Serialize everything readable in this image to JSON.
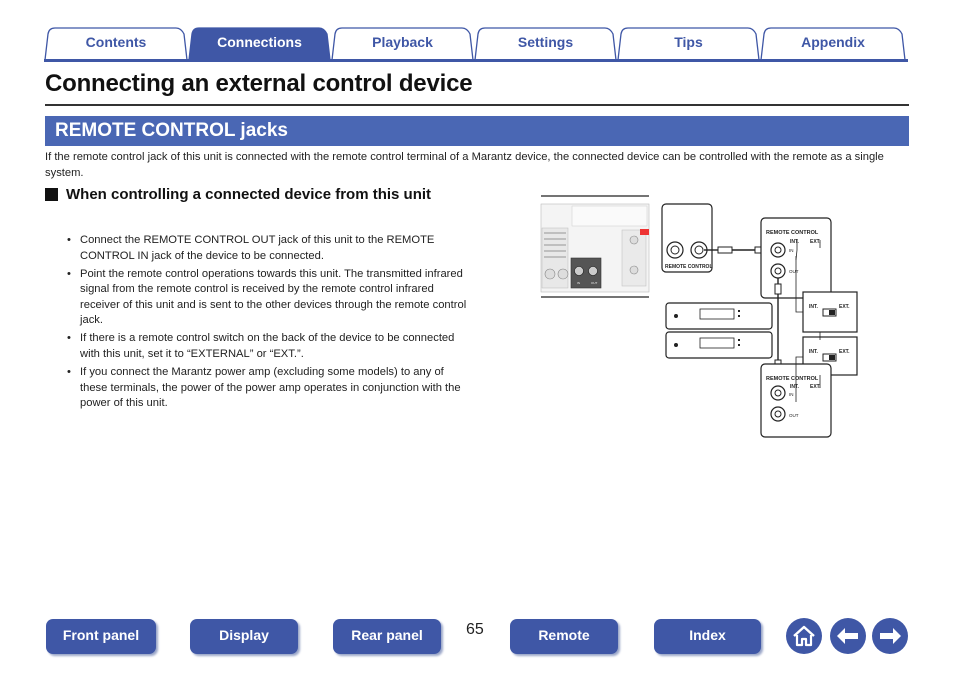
{
  "tabs": [
    {
      "label": "Contents",
      "active": false
    },
    {
      "label": "Connections",
      "active": true
    },
    {
      "label": "Playback",
      "active": false
    },
    {
      "label": "Settings",
      "active": false
    },
    {
      "label": "Tips",
      "active": false
    },
    {
      "label": "Appendix",
      "active": false
    }
  ],
  "page": {
    "title": "Connecting an external control device",
    "section": "REMOTE CONTROL jacks",
    "intro": "If the remote control jack of this unit is connected with the remote control terminal of a Marantz device, the connected device can be controlled with the remote as a single system.",
    "subheading": "When controlling a connected device from this unit",
    "bullets": [
      "Connect the REMOTE CONTROL OUT jack of this unit to the REMOTE CONTROL IN jack of the device to be connected.",
      "Point the remote control operations towards this unit. The transmitted infrared signal from the remote control is received by the remote control infrared receiver of this unit and is sent to the other devices through the remote control jack.",
      "If there is a remote control switch on the back of the device to be connected with this unit, set it to “EXTERNAL” or “EXT.”.",
      "If you connect the Marantz power amp (excluding some models) to any of these terminals, the power of the power amp operates in conjunction with the power of this unit."
    ]
  },
  "diagram": {
    "unit_label": "REMOTE CONTROL",
    "small_in": "IN",
    "small_out": "OUT",
    "device_label": "REMOTE CONTROL",
    "in_label": "IN",
    "out_label": "OUT",
    "int_label": "INT.",
    "ext_label": "EXT."
  },
  "footer": {
    "buttons": [
      "Front panel",
      "Display",
      "Rear panel",
      "Remote",
      "Index"
    ],
    "page_number": "65"
  },
  "icons": {
    "home": "home-icon",
    "back": "arrow-left-icon",
    "forward": "arrow-right-icon"
  },
  "colors": {
    "accent": "#3f57a6",
    "section_bar": "#4a67b4"
  }
}
